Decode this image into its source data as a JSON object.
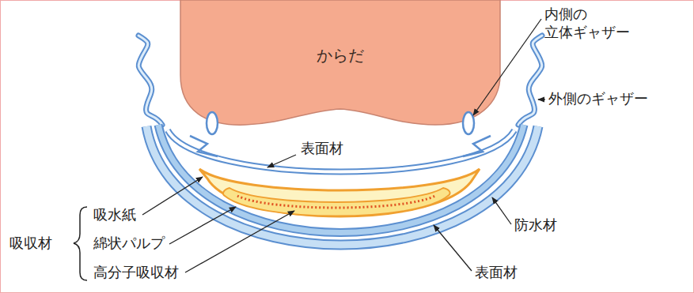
{
  "diagram": {
    "nodes": [
      {
        "text": [
          "からだ"
        ]
      }
    ],
    "labels": [
      "内側の 立体ギャザー",
      "外側のギャザー",
      "表面材",
      "防水材",
      "表面材",
      "吸水紙",
      "綿状パルプ",
      "高分子吸収材",
      "吸収材"
    ]
  }
}
